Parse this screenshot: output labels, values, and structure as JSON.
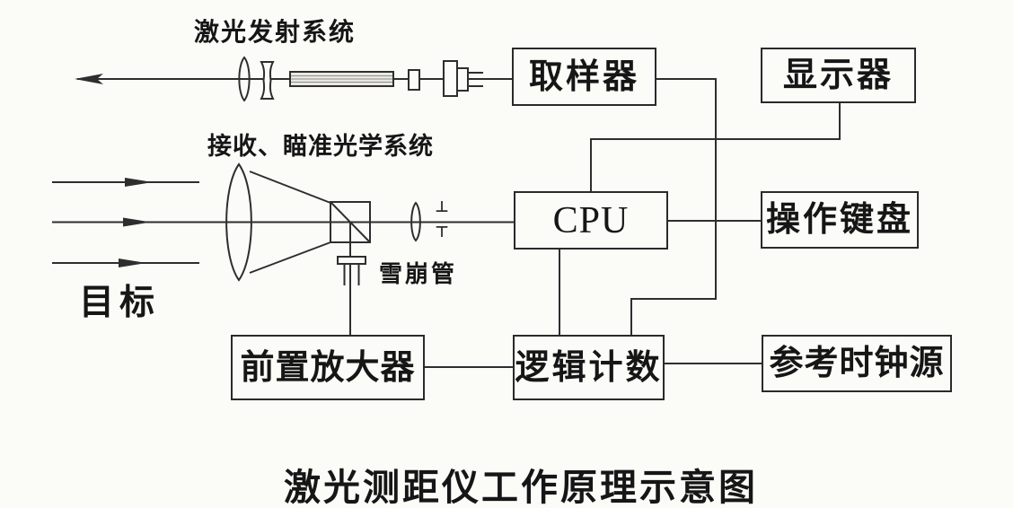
{
  "diagram": {
    "caption": "激光测距仪工作原理示意图",
    "annotations": {
      "laser_system": "激光发射系统",
      "receive_system": "接收、瞄准光学系统",
      "avalanche_tube": "雪崩管",
      "target": "目标"
    },
    "blocks": {
      "sampler": "取样器",
      "display": "显示器",
      "cpu": "CPU",
      "keyboard": "操作键盘",
      "preamp": "前置放大器",
      "logic_counter": "逻辑计数",
      "clock_source": "参考时钟源"
    },
    "reticle_marks": {
      "upper": "⊥",
      "lower": "⊤"
    },
    "colors": {
      "line": "#2e2e2e",
      "text": "#161616",
      "paper": "#fbfbf8"
    }
  }
}
